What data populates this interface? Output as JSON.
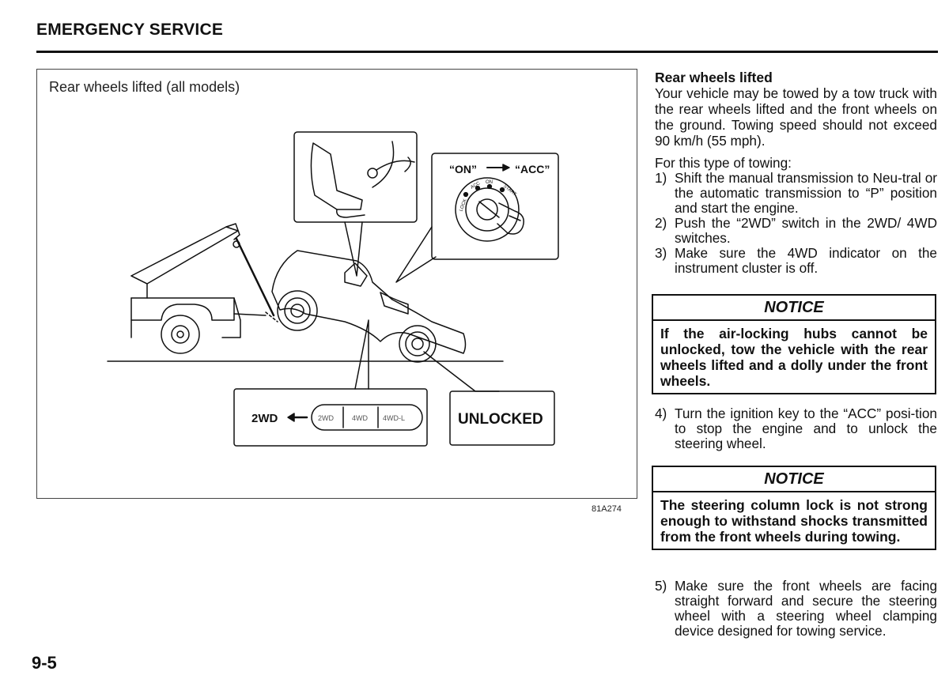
{
  "header": {
    "title": "EMERGENCY SERVICE"
  },
  "figure": {
    "caption": "Rear wheels lifted (all models)",
    "code": "81A274",
    "callout_key": {
      "from": "“ON”",
      "to": "“ACC”",
      "dial_labels": [
        "LOCK",
        "ACC",
        "ON",
        "START"
      ]
    },
    "callout_switch": {
      "label": "2WD",
      "buttons": [
        "2WD",
        "4WD",
        "4WD-L"
      ]
    },
    "callout_hub": {
      "label": "UNLOCKED"
    }
  },
  "content": {
    "section_title": "Rear wheels lifted",
    "intro": "Your vehicle may be towed by a tow truck with the rear wheels lifted and the front wheels on the ground. Towing speed should not exceed 90 km/h (55 mph).",
    "lead": "For this type of towing:",
    "steps": [
      {
        "num": "1)",
        "text": "Shift the manual transmission to Neu-tral or the automatic transmission to “P” position and start the engine."
      },
      {
        "num": "2)",
        "text": "Push the “2WD” switch in the 2WD/ 4WD switches."
      },
      {
        "num": "3)",
        "text": "Make sure the 4WD indicator on the instrument cluster is off."
      }
    ],
    "step4": {
      "num": "4)",
      "text": "Turn the ignition key to the “ACC” posi-tion to stop the engine and to unlock the steering wheel."
    },
    "step5": {
      "num": "5)",
      "text": "Make sure the front wheels are facing straight forward and secure the steering wheel with a steering wheel clamping device designed for towing service."
    }
  },
  "notices": [
    {
      "heading": "NOTICE",
      "text": "If the air-locking hubs cannot be unlocked, tow the vehicle with the rear wheels lifted and a dolly under the front wheels."
    },
    {
      "heading": "NOTICE",
      "text": "The steering column lock is not strong enough to withstand shocks transmitted from the front wheels during towing."
    }
  ],
  "page_number": "9-5"
}
